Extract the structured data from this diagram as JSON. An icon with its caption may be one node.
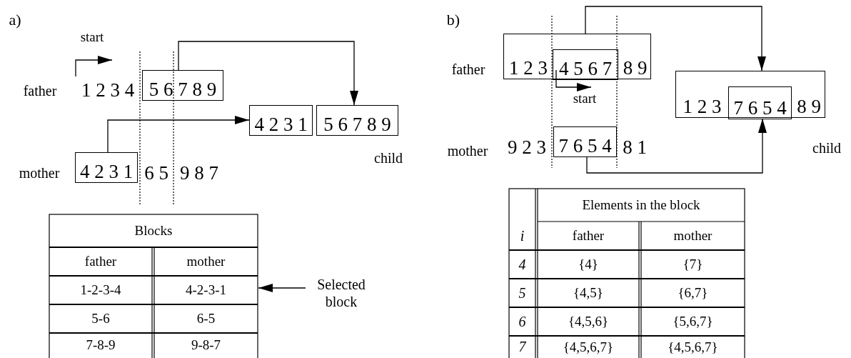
{
  "diagram": {
    "nodes": [
      {
        "text": [
          "5 6 7 8 9"
        ]
      },
      {
        "text": [
          "4 2 3 1"
        ]
      },
      {
        "text": [
          "5 6 7 8 9"
        ]
      },
      {
        "text": [
          "4 2 3 1"
        ]
      },
      {
        "text": [
          "Selected block"
        ]
      },
      {
        "text": [
          "1 2 3",
          "8 9"
        ]
      },
      {
        "text": [
          "4 5 6 7"
        ],
        "in": 5
      },
      {
        "text": [
          "1 2 3",
          "8 9"
        ]
      },
      {
        "text": [
          "7 6 5 4"
        ],
        "in": 7
      },
      {
        "text": [
          "7 6 5 4"
        ]
      }
    ],
    "edges": [
      {
        "from": 0,
        "to": 2,
        "arrow": "to"
      },
      {
        "from": 3,
        "to": 1,
        "arrow": "to"
      },
      {
        "from": 4,
        "to": null,
        "arrow": "to"
      },
      {
        "from": 5,
        "to": 7,
        "arrow": "to"
      },
      {
        "from": 9,
        "to": 8,
        "arrow": "to"
      }
    ],
    "labels": [
      "a)",
      "start",
      "father",
      "1 2 3 4",
      "mother",
      "6 5",
      "9 8 7",
      "child",
      "Blocks",
      "father",
      "mother",
      "1-2-3-4",
      "4-2-3-1",
      "5-6",
      "6-5",
      "7-8-9",
      "9-8-7",
      "b)",
      "father",
      "start",
      "mother",
      "9 2 3",
      "8 1",
      "child",
      "Elements in the block",
      "i",
      "father",
      "mother",
      "4",
      "{4}",
      "{7}",
      "5",
      "{4,5}",
      "{6,7}",
      "6",
      "{4,5,6}",
      "{5,6,7}",
      "7",
      "{4,5,6,7}",
      "{4,5,6,7}"
    ]
  }
}
